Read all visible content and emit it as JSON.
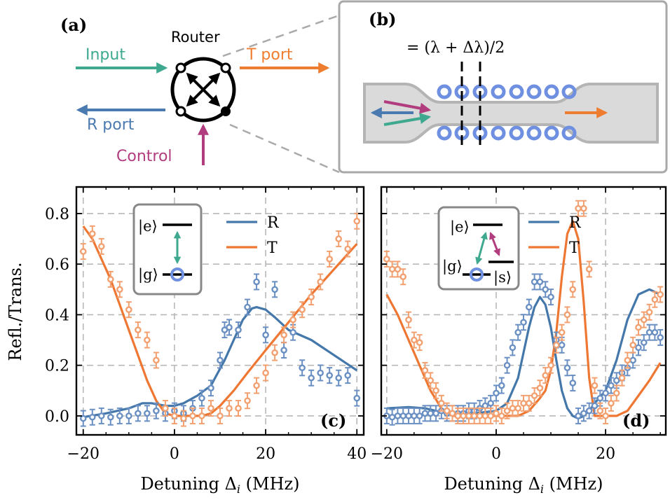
{
  "colors": {
    "input": "#3ea98f",
    "tport": "#ee7d2f",
    "rport": "#4b7ab0",
    "control": "#b13d7f",
    "atom": "#6f8fe0",
    "r_series": "#4477aa",
    "t_series": "#ee7733",
    "r_points": "#6a8fc2",
    "t_points": "#f2a070",
    "grid": "#b8b8b8",
    "fiber_fill": "#dadada",
    "fiber_edge": "#b0b0b0"
  },
  "panel_a": {
    "label": "(a)",
    "router_label": "Router",
    "input_label": "Input",
    "tport_label": "T port",
    "rport_label": "R port",
    "control_label": "Control"
  },
  "panel_b": {
    "label": "(b)",
    "equation": "= (λ + Δλ)/2"
  },
  "shared_ylabel": "Refl./Trans.",
  "chart_data": [
    {
      "type": "line",
      "panel_label": "(c)",
      "xlabel": "Detuning Δ",
      "xlabel_sub": "i",
      "xlabel_unit": "(MHz)",
      "xlim": [
        -21.5,
        41.5
      ],
      "ylim": [
        -0.075,
        0.905
      ],
      "xticks": [
        -20,
        0,
        20,
        40
      ],
      "yticks": [
        0.0,
        0.2,
        0.4,
        0.6,
        0.8
      ],
      "ytick_labels": [
        "0.0",
        "0.2",
        "0.4",
        "0.6",
        "0.8"
      ],
      "grid": true,
      "legend": {
        "placement": "top-right",
        "entries": [
          "R",
          "T"
        ]
      },
      "inset": {
        "levels": [
          "|e⟩",
          "|g⟩"
        ]
      },
      "series": [
        {
          "name": "R",
          "kind": "theory",
          "x": [
            -20,
            -15,
            -10,
            -7,
            -5,
            -2,
            0,
            2,
            5,
            8,
            11,
            13,
            15,
            17,
            18,
            20,
            22,
            25,
            30,
            35,
            40
          ],
          "y": [
            -0.005,
            0.01,
            0.03,
            0.05,
            0.05,
            0.04,
            0.04,
            0.05,
            0.08,
            0.12,
            0.22,
            0.3,
            0.38,
            0.425,
            0.43,
            0.42,
            0.39,
            0.34,
            0.3,
            0.24,
            0.18
          ]
        },
        {
          "name": "T",
          "kind": "theory",
          "x": [
            -20,
            -18,
            -16,
            -14,
            -12,
            -10,
            -8,
            -6,
            -4,
            -2,
            0,
            3,
            6,
            8,
            10,
            13,
            16,
            20,
            25,
            30,
            35,
            40
          ],
          "y": [
            0.75,
            0.7,
            0.62,
            0.54,
            0.44,
            0.34,
            0.24,
            0.14,
            0.06,
            0.01,
            0.0,
            0.0,
            0.0,
            0.01,
            0.04,
            0.1,
            0.17,
            0.26,
            0.37,
            0.48,
            0.58,
            0.68
          ]
        },
        {
          "name": "R",
          "kind": "data",
          "x": [
            -20,
            -18,
            -16,
            -14,
            -12,
            -10,
            -8,
            -6,
            -4,
            -2,
            0,
            2,
            4,
            6,
            8,
            10,
            11,
            12,
            14,
            16,
            18,
            20,
            22,
            24,
            26,
            28,
            30,
            32,
            34,
            36,
            38,
            40
          ],
          "y": [
            -0.01,
            -0.005,
            0.0,
            -0.005,
            0.0,
            0.0,
            0.01,
            0.01,
            0.02,
            0.01,
            0.02,
            0.01,
            0.03,
            0.07,
            0.11,
            0.22,
            0.34,
            0.35,
            0.34,
            0.43,
            0.53,
            0.32,
            0.5,
            0.26,
            0.33,
            0.19,
            0.15,
            0.17,
            0.16,
            0.15,
            0.16,
            0.07
          ]
        },
        {
          "name": "T",
          "kind": "data",
          "x": [
            -20,
            -18,
            -16,
            -14,
            -12,
            -10,
            -8,
            -6,
            -4,
            -2,
            0,
            2,
            4,
            6,
            8,
            10,
            12,
            14,
            16,
            18,
            20,
            22,
            24,
            26,
            28,
            30,
            32,
            34,
            36,
            38,
            40
          ],
          "y": [
            0.65,
            0.72,
            0.67,
            0.54,
            0.5,
            0.42,
            0.34,
            0.3,
            0.22,
            0.03,
            0.0,
            -0.01,
            0.0,
            0.0,
            0.03,
            0.0,
            0.03,
            0.03,
            0.06,
            0.12,
            0.17,
            0.25,
            0.32,
            0.38,
            0.42,
            0.47,
            0.53,
            0.62,
            0.7,
            0.66,
            0.77
          ]
        }
      ]
    },
    {
      "type": "line",
      "panel_label": "(d)",
      "xlabel": "Detuning Δ",
      "xlabel_sub": "i",
      "xlabel_unit": "(MHz)",
      "xlim": [
        -21,
        31
      ],
      "ylim": [
        -0.075,
        0.905
      ],
      "xticks": [
        -20,
        0,
        20
      ],
      "yticks": [
        0.0,
        0.2,
        0.4,
        0.6,
        0.8
      ],
      "grid": true,
      "legend": {
        "placement": "top-right",
        "entries": [
          "R",
          "T"
        ]
      },
      "inset": {
        "levels": [
          "|e⟩",
          "|g⟩",
          "|s⟩"
        ]
      },
      "series": [
        {
          "name": "R",
          "kind": "theory",
          "x": [
            -20,
            -16,
            -13,
            -10,
            -7,
            -4,
            -2,
            0,
            2,
            4,
            6,
            7,
            8,
            9,
            10,
            11,
            12,
            13,
            14,
            15,
            16,
            17,
            18,
            20,
            22,
            24,
            26,
            28,
            30
          ],
          "y": [
            0.03,
            0.035,
            0.03,
            0.015,
            0.01,
            0.01,
            0.015,
            0.02,
            0.05,
            0.15,
            0.35,
            0.43,
            0.47,
            0.44,
            0.35,
            0.22,
            0.1,
            0.03,
            0.0,
            -0.01,
            0.0,
            0.02,
            0.05,
            0.1,
            0.22,
            0.38,
            0.48,
            0.5,
            0.48
          ]
        },
        {
          "name": "T",
          "kind": "theory",
          "x": [
            -20,
            -18,
            -16,
            -14,
            -12,
            -10,
            -8,
            -6,
            -4,
            0,
            4,
            6,
            8,
            9,
            10,
            11,
            12,
            13,
            14,
            15,
            16,
            17,
            18,
            20,
            22,
            24,
            26,
            28,
            30
          ],
          "y": [
            0.48,
            0.4,
            0.3,
            0.2,
            0.1,
            0.03,
            0.0,
            0.0,
            0.0,
            0.0,
            0.0,
            0.02,
            0.07,
            0.1,
            0.18,
            0.33,
            0.55,
            0.72,
            0.77,
            0.7,
            0.45,
            0.15,
            0.0,
            0.0,
            0.0,
            0.02,
            0.08,
            0.14,
            0.21
          ]
        },
        {
          "name": "R",
          "kind": "data",
          "x": [
            -20,
            -19,
            -18,
            -17,
            -16,
            -15,
            -14,
            -13,
            -12,
            -11,
            -10,
            -9,
            -8,
            -7,
            -6,
            -5,
            -4,
            -3,
            -2,
            -1,
            0,
            1,
            2,
            3,
            4,
            5,
            6,
            7,
            8,
            9,
            10,
            11,
            12,
            13,
            14,
            15,
            16,
            17,
            18,
            19,
            20,
            21,
            22,
            23,
            24,
            25,
            26,
            27,
            28,
            29,
            30
          ],
          "y": [
            0.0,
            -0.005,
            0.0,
            0.0,
            0.0,
            0.0,
            0.0,
            0.01,
            0.01,
            0.01,
            0.02,
            0.01,
            0.01,
            0.01,
            0.01,
            0.02,
            0.02,
            0.03,
            0.04,
            0.05,
            0.09,
            0.12,
            0.2,
            0.27,
            0.33,
            0.37,
            0.43,
            0.53,
            0.53,
            0.5,
            0.47,
            0.3,
            0.28,
            0.19,
            0.13,
            0.0,
            0.01,
            0.02,
            0.04,
            0.07,
            0.09,
            0.12,
            0.14,
            0.17,
            0.19,
            0.22,
            0.27,
            0.29,
            0.33,
            0.33,
            0.31
          ]
        },
        {
          "name": "T",
          "kind": "data",
          "x": [
            -20,
            -19,
            -18,
            -17,
            -16,
            -15,
            -14,
            -13,
            -12,
            -11,
            -10,
            -9,
            -8,
            -7,
            -6,
            -5,
            -4,
            -3,
            -2,
            -1,
            0,
            1,
            2,
            3,
            4,
            5,
            6,
            7,
            8,
            9,
            10,
            11,
            12,
            13,
            14,
            15,
            16,
            17,
            18,
            19,
            20,
            21,
            22,
            23,
            24,
            25,
            26,
            27,
            28,
            29,
            30
          ],
          "y": [
            0.62,
            0.58,
            0.58,
            0.55,
            0.38,
            0.3,
            0.29,
            0.18,
            0.14,
            0.1,
            0.05,
            0.02,
            0.01,
            0.0,
            0.0,
            0.0,
            0.0,
            0.0,
            0.0,
            0.0,
            0.01,
            0.0,
            0.02,
            0.03,
            0.03,
            0.05,
            0.05,
            0.08,
            0.11,
            0.16,
            0.2,
            0.28,
            0.33,
            0.4,
            0.5,
            0.82,
            0.82,
            0.58,
            0.12,
            0.02,
            0.0,
            0.05,
            0.09,
            0.15,
            0.22,
            0.28,
            0.35,
            0.38,
            0.41,
            0.46,
            0.48
          ]
        }
      ]
    }
  ]
}
